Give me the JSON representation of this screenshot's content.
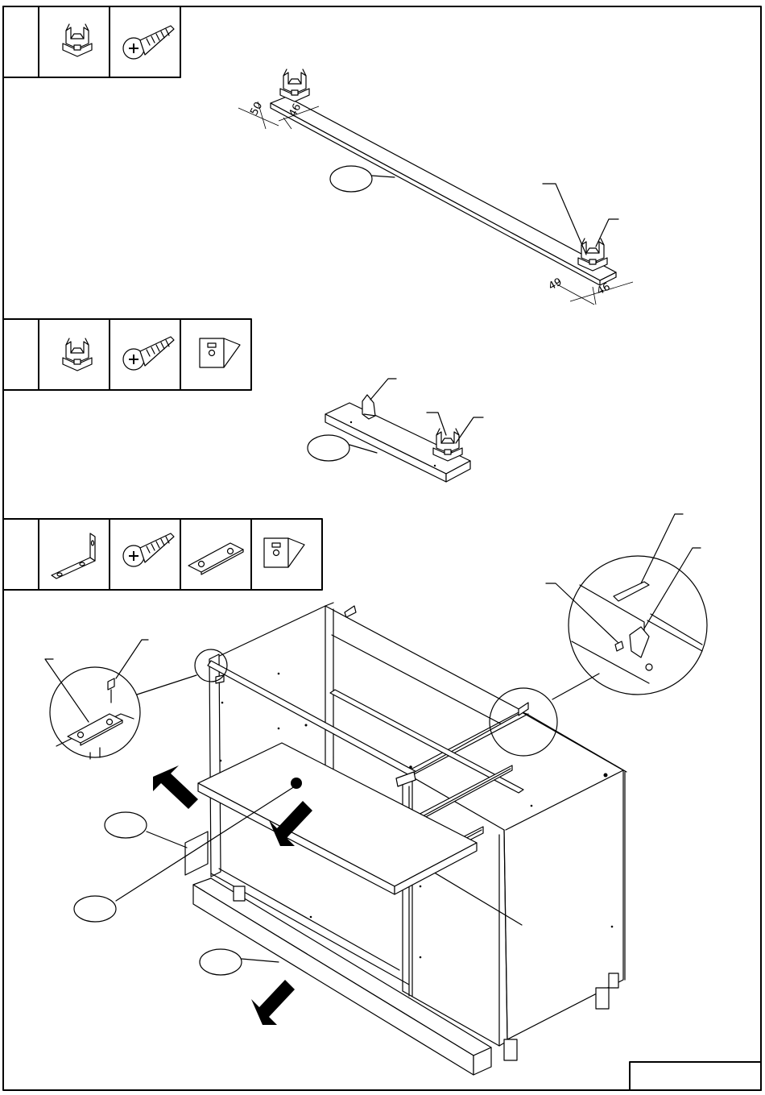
{
  "dimensions": {
    "step1_left_a": "50",
    "step1_left_b": "46",
    "step1_right_a": "49",
    "step1_right_b": "46"
  },
  "callout_labels": {
    "step1_part": "",
    "step2_part": "",
    "step3_left_part": "",
    "step3_shelf_part": "",
    "step3_plinth_part": ""
  },
  "page_corner_box_text": "",
  "icons": {
    "step1": [
      "cam-dowel-clip-icon",
      "wood-screw-icon"
    ],
    "step2": [
      "cam-dowel-clip-icon",
      "wood-screw-icon",
      "angle-bracket-icon"
    ],
    "step3": [
      "l-bracket-icon",
      "wood-screw-icon",
      "flat-plate-icon",
      "angle-bracket-icon"
    ]
  },
  "colors": {
    "line": "#000000",
    "background": "#ffffff"
  }
}
